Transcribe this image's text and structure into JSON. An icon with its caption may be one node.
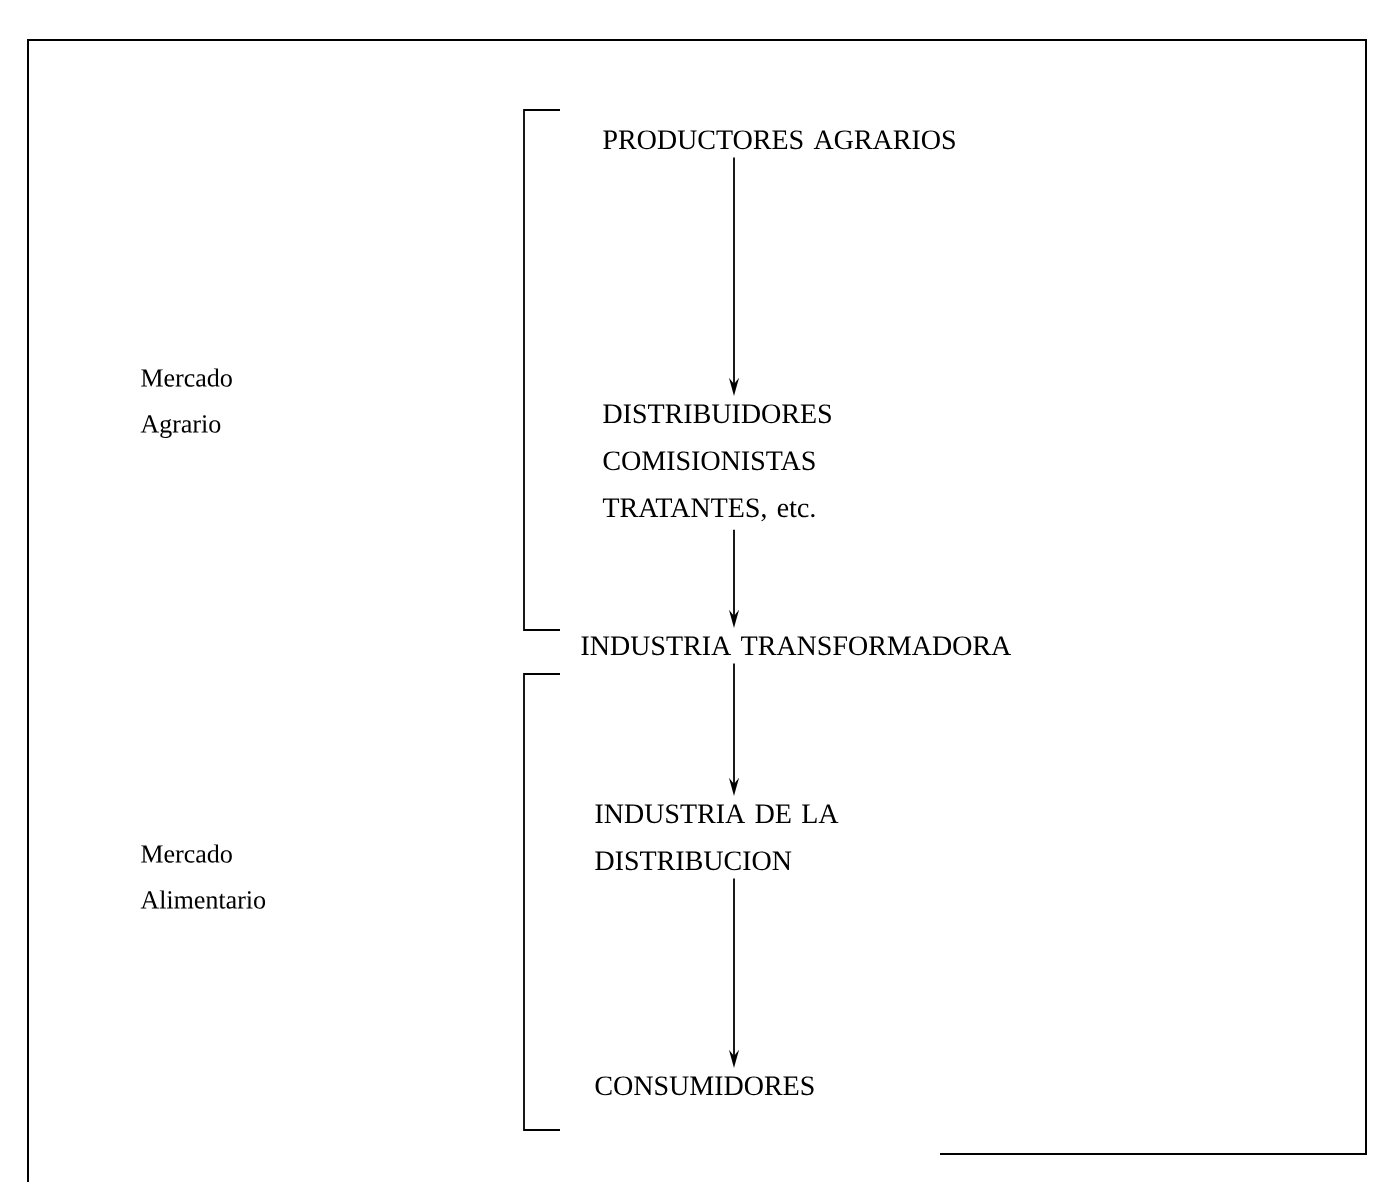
{
  "diagram": {
    "nodes": [
      {
        "text": [
          "PRODUCTORES AGRARIOS"
        ]
      },
      {
        "text": [
          "DISTRIBUIDORES COMISIONISTAS TRATANTES, etc."
        ]
      },
      {
        "text": [
          "INDUSTRIA TRANSFORMADORA"
        ]
      },
      {
        "text": [
          "INDUSTRIA DE LA DISTRIBUCION"
        ]
      },
      {
        "text": [
          "CONSUMIDORES"
        ]
      }
    ],
    "edges": [
      {
        "from": 0,
        "to": 1,
        "arrow": "to"
      },
      {
        "from": 1,
        "to": 2,
        "arrow": "to"
      },
      {
        "from": 2,
        "to": 3,
        "arrow": "to"
      },
      {
        "from": 3,
        "to": 4,
        "arrow": "to"
      }
    ],
    "labels": [
      "Mercado Agrario",
      "Mercado Alimentario"
    ]
  }
}
